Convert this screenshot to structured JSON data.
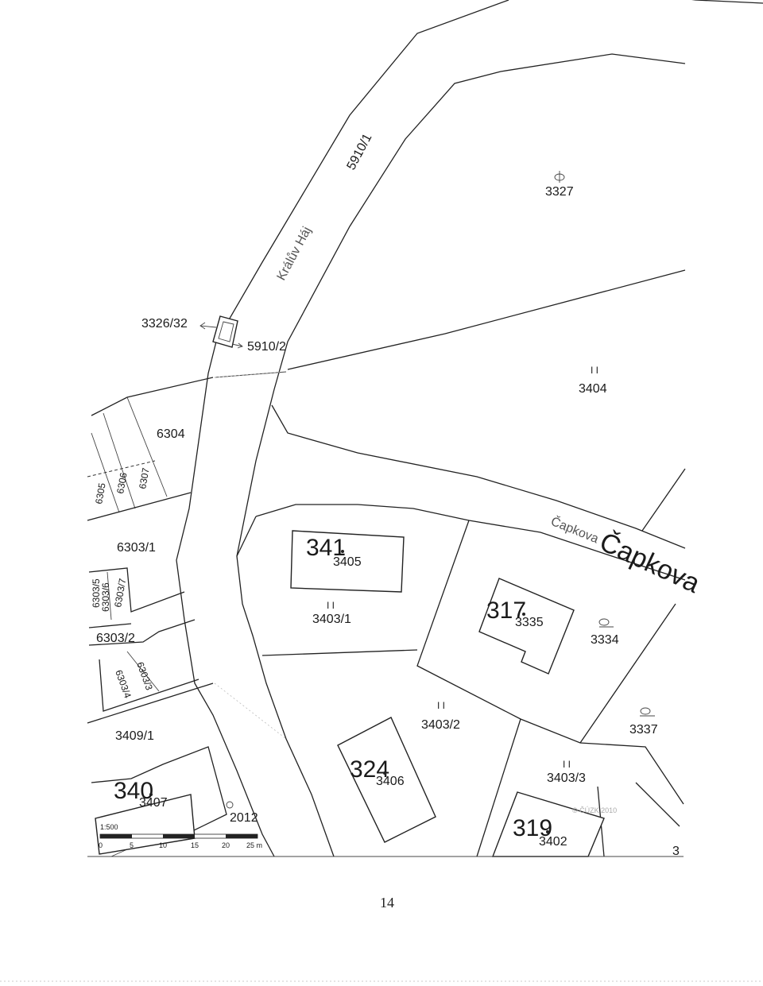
{
  "map": {
    "street_names": {
      "kraluv_haj": "Králův Háj",
      "capkova_small": "Čapkova",
      "capkova_large": "Čapkova"
    },
    "parcels": {
      "p5910_1": "5910/1",
      "p5910_2": "5910/2",
      "p3326_32": "3326/32",
      "p3327": "3327",
      "p3404": "3404",
      "p6304": "6304",
      "p6303_1": "6303/1",
      "p6303_2": "6303/2",
      "p6305": "6305",
      "p6306": "6306",
      "p6307": "6307",
      "p6303_5": "6303/5",
      "p6303_6": "6303/6",
      "p6303_7": "6303/7",
      "p6303_3": "6303/3",
      "p6303_4": "6303/4",
      "p3403_1": "3403/1",
      "p3403_2": "3403/2",
      "p3403_3": "3403/3",
      "p3335": "3335",
      "p3334": "3334",
      "p3337": "3337",
      "p3405": "3405",
      "p3406": "3406",
      "p3407": "3407",
      "p3402": "3402",
      "p3409_1": "3409/1",
      "p_cut": "3"
    },
    "building_numbers": {
      "b341": "341",
      "b317": "317",
      "b324": "324",
      "b340": "340",
      "b319": "319"
    },
    "marks": {
      "year": "2012",
      "copyright": "© ČÚZK 2010"
    },
    "scale_bar": {
      "ratio": "1:500",
      "ticks": [
        "0",
        "5",
        "10",
        "15",
        "20",
        "25 m"
      ]
    }
  },
  "page": {
    "number": "14"
  }
}
